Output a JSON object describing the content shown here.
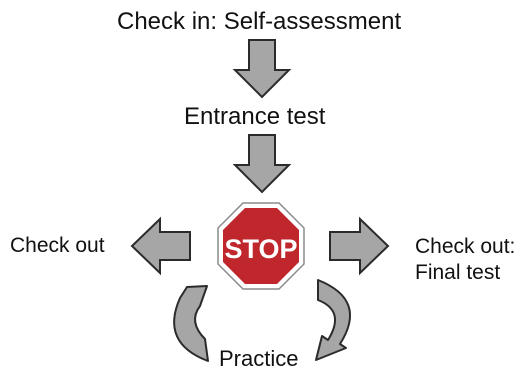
{
  "labels": {
    "check_in": "Check in: Self-assessment",
    "entrance_test": "Entrance test",
    "check_out_left": "Check out",
    "check_out_right_line1": "Check out:",
    "check_out_right_line2": "Final test",
    "practice": "Practice"
  },
  "stop_sign": {
    "text": "STOP"
  },
  "colors": {
    "arrow_fill": "#a6a6a6",
    "arrow_stroke": "#2b2b2b",
    "stop_red": "#c0272d",
    "stop_border": "#ffffff",
    "stop_outline": "#8a8a8a",
    "text": "#111111"
  }
}
